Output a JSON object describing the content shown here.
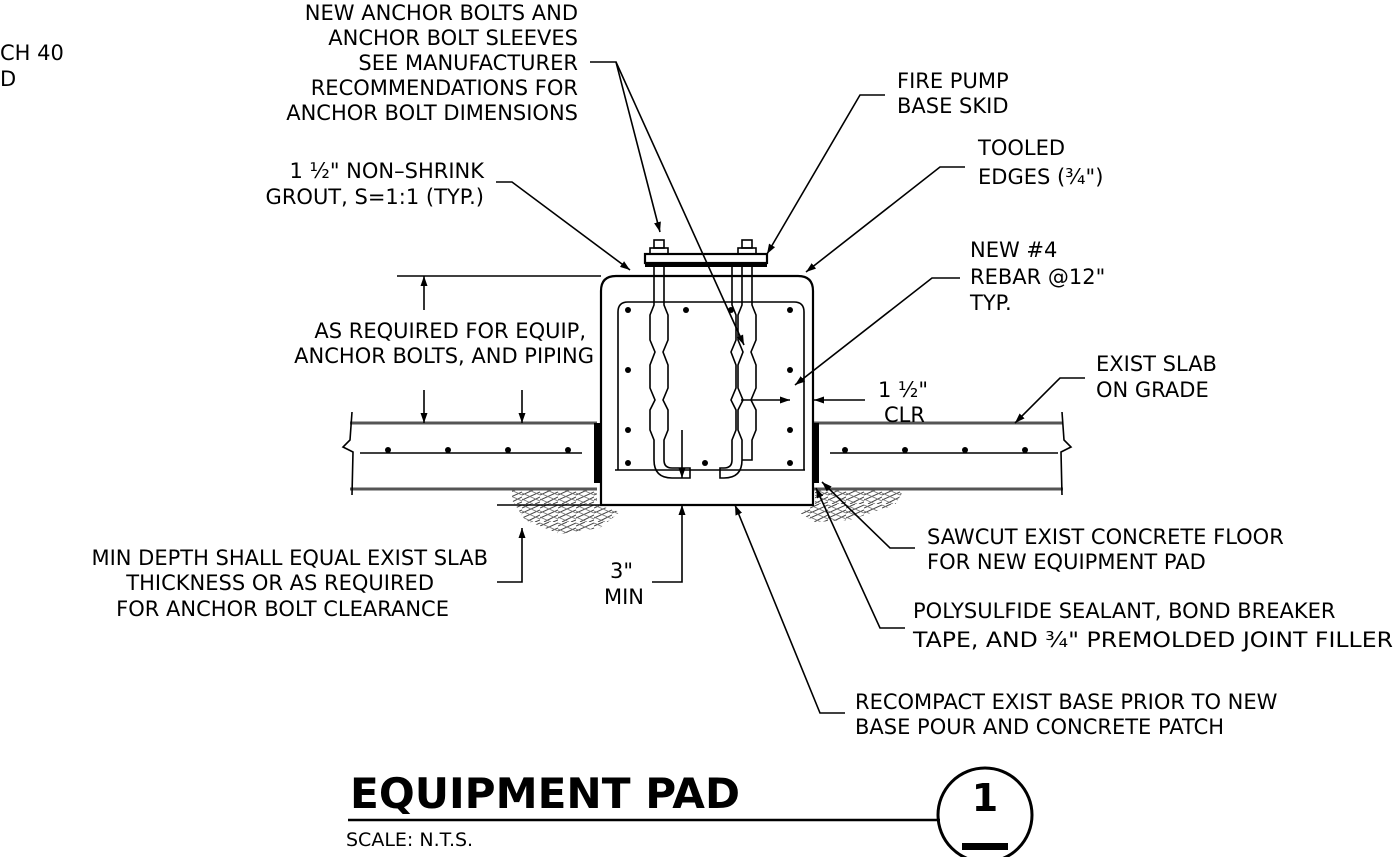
{
  "labels": {
    "edge_cut_1": "CH 40",
    "edge_cut_2": "D",
    "anchor_bolts": [
      "NEW ANCHOR BOLTS AND",
      "ANCHOR BOLT SLEEVES",
      "SEE MANUFACTURER",
      "RECOMMENDATIONS FOR",
      "ANCHOR BOLT DIMENSIONS"
    ],
    "fire_pump": [
      "FIRE PUMP",
      "BASE SKID"
    ],
    "tooled_edges": [
      "TOOLED",
      "EDGES (¾\")"
    ],
    "grout": [
      "1 ½\" NON–SHRINK",
      "GROUT, S=1:1 (TYP.)"
    ],
    "rebar": [
      "NEW #4",
      "REBAR @12\"",
      "TYP."
    ],
    "as_required": [
      "AS REQUIRED FOR EQUIP,",
      "ANCHOR BOLTS, AND PIPING"
    ],
    "exist_slab": [
      "EXIST SLAB",
      "ON GRADE"
    ],
    "clr": [
      "1 ½\"",
      "CLR"
    ],
    "min_depth": [
      "MIN DEPTH SHALL EQUAL EXIST SLAB",
      "THICKNESS OR AS REQUIRED",
      "FOR ANCHOR BOLT CLEARANCE"
    ],
    "three_min": [
      "3\"",
      "MIN"
    ],
    "sawcut": [
      "SAWCUT EXIST CONCRETE FLOOR",
      "FOR NEW EQUIPMENT PAD"
    ],
    "sealant": [
      "POLYSULFIDE SEALANT, BOND BREAKER",
      "TAPE, AND ¾\" PREMOLDED JOINT FILLER"
    ],
    "recompact": [
      "RECOMPACT EXIST BASE PRIOR TO NEW",
      "BASE POUR AND CONCRETE PATCH"
    ]
  },
  "title": {
    "name": "EQUIPMENT PAD",
    "scale": "SCALE: N.T.S.",
    "detail_number": "1"
  }
}
